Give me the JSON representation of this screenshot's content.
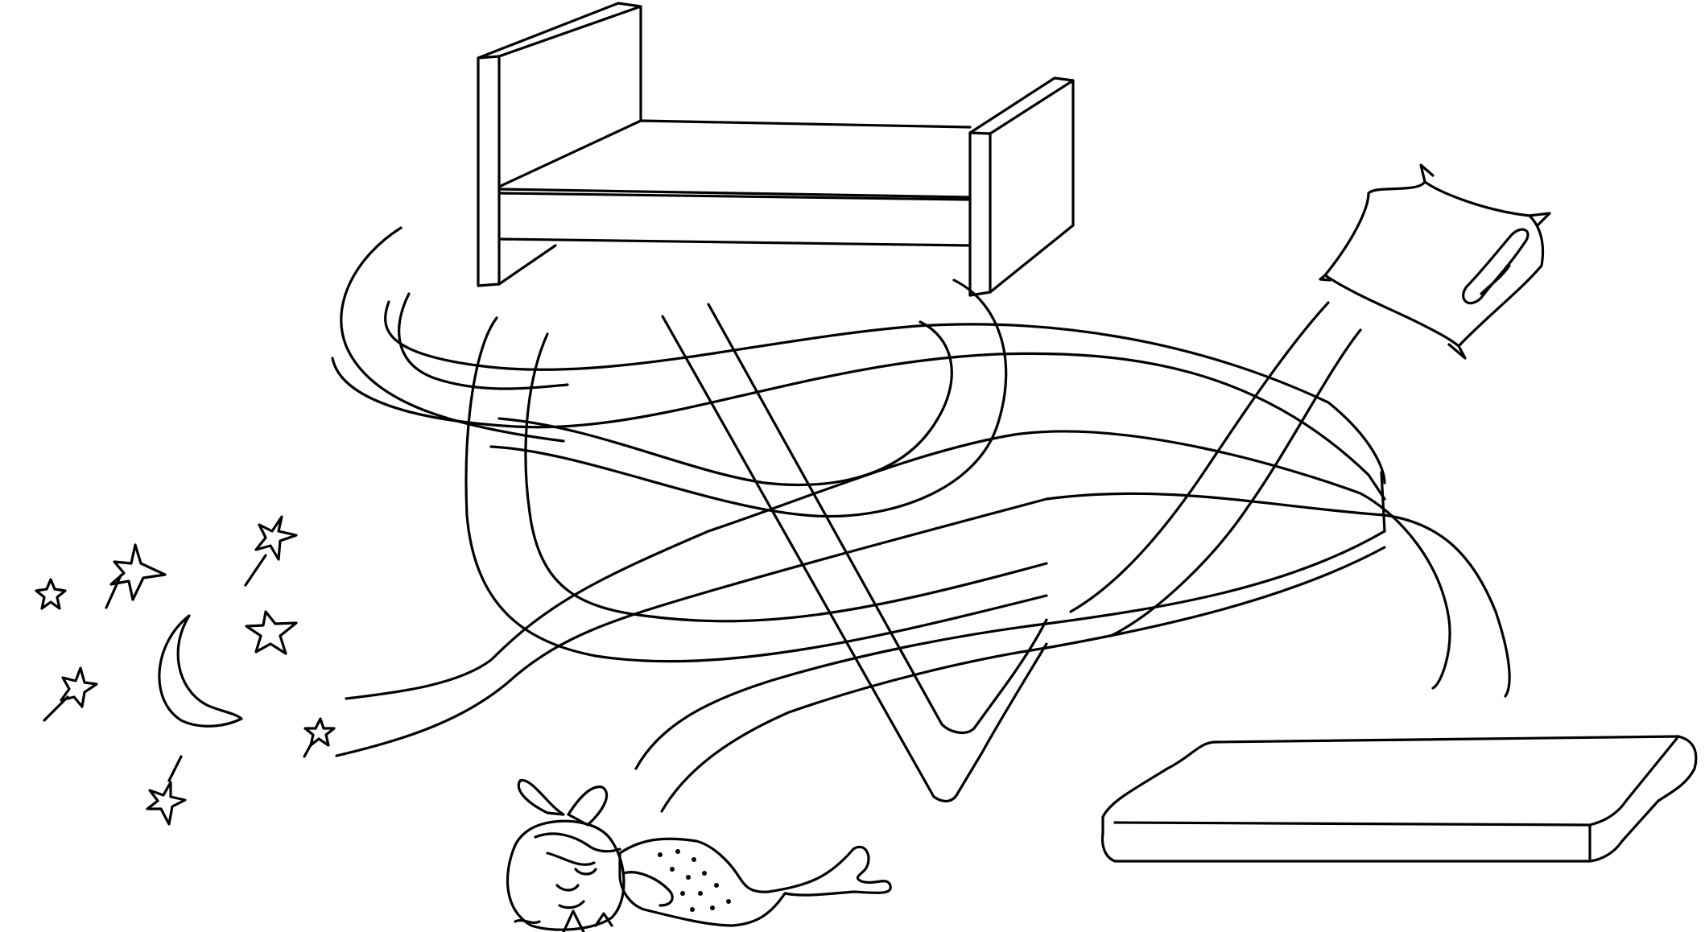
{
  "scene": {
    "kind": "maze-puzzle-line-art",
    "background": "#ffffff",
    "ink": "#000000",
    "start_item": "sleeping-girl",
    "items": [
      "bed-frame-icon",
      "pillow-icon",
      "mattress-icon",
      "moon-and-stars-icon",
      "sleeping-girl-icon"
    ],
    "paths": [
      "path-to-bed-left-arc",
      "path-to-bed-inner-arc",
      "path-to-bed-right-arc",
      "path-zigzag-v",
      "path-to-pillow",
      "path-to-stars",
      "path-to-mattress"
    ],
    "text": []
  }
}
